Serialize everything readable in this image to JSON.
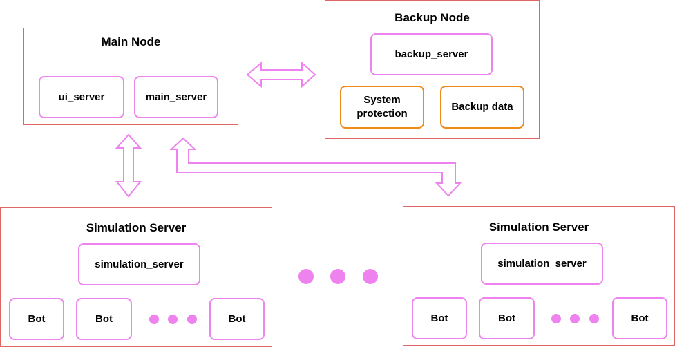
{
  "main_node": {
    "title": "Main Node",
    "components": [
      "ui_server",
      "main_server"
    ]
  },
  "backup_node": {
    "title": "Backup Node",
    "server": "backup_server",
    "components": [
      "System protection",
      "Backup data"
    ]
  },
  "simulation_servers": [
    {
      "title": "Simulation Server",
      "server": "simulation_server",
      "bots": [
        "Bot",
        "Bot",
        "Bot"
      ]
    },
    {
      "title": "Simulation Server",
      "server": "simulation_server",
      "bots": [
        "Bot",
        "Bot",
        "Bot"
      ]
    }
  ],
  "colors": {
    "node_border": "#e06666",
    "component_border": "#ee82ee",
    "backup_component_border": "#ee8a1a",
    "arrow": "#ee82ee"
  }
}
